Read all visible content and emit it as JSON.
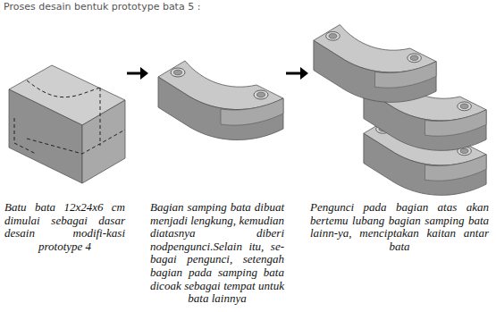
{
  "diagram": {
    "title": "Proses desain bentuk prototype bata 5 :",
    "nodes": [
      {
        "text": [
          "Batu bata 12x24x6 cm dimulai sebagai dasar desain modifi-kasi prototype 4"
        ]
      },
      {
        "text": [
          "Bagian samping bata dibuat menjadi lengkung, kemudian diatasnya diberi nodpengunci.Selain itu, se-bagai pengunci, setengah bagian pada samping bata dicoak sebagai tempat untuk bata lainnya"
        ]
      },
      {
        "text": [
          "Pengunci pada bagian atas akan bertemu lubang bagian samping bata lainn-ya, menciptakan kaitan antar bata"
        ]
      }
    ],
    "edges": [
      {
        "from": 0,
        "to": 1,
        "arrow": "to"
      },
      {
        "from": 1,
        "to": 2,
        "arrow": "to"
      }
    ]
  }
}
